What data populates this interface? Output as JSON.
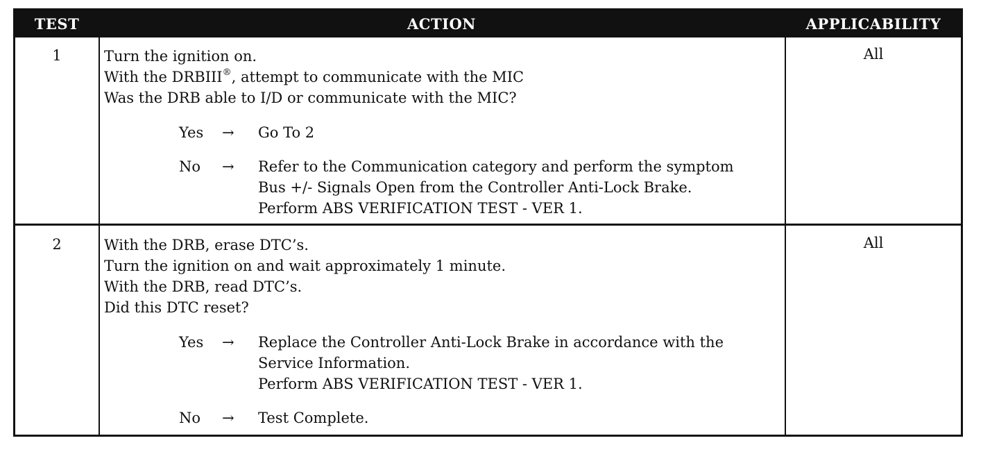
{
  "header": {
    "test": "TEST",
    "action": "ACTION",
    "applicability": "APPLICABILITY"
  },
  "rows": [
    {
      "test": "1",
      "applicability": "All",
      "lines": [
        "Turn the ignition on.",
        "With the DRBIII",
        "Was the DRB able to I/D or communicate with the MIC?"
      ],
      "reg_mark": "®",
      "line2_suffix": ", attempt to communicate with the MIC",
      "responses": [
        {
          "answer": "Yes",
          "arrow": "→",
          "lines": [
            "Go To   2"
          ]
        },
        {
          "answer": "No",
          "arrow": "→",
          "lines": [
            "Refer to the Communication category and perform the symptom",
            "Bus +/- Signals Open from the Controller Anti-Lock Brake.",
            "Perform ABS VERIFICATION TEST - VER 1."
          ]
        }
      ]
    },
    {
      "test": "2",
      "applicability": "All",
      "lines": [
        "With the DRB, erase DTC’s.",
        "Turn the ignition on and wait approximately 1 minute.",
        "With the DRB, read DTC’s.",
        "Did this DTC reset?"
      ],
      "responses": [
        {
          "answer": "Yes",
          "arrow": "→",
          "lines": [
            "Replace the Controller Anti-Lock Brake in accordance with the",
            "Service Information.",
            "Perform ABS VERIFICATION TEST - VER 1."
          ]
        },
        {
          "answer": "No",
          "arrow": "→",
          "lines": [
            "Test Complete."
          ]
        }
      ]
    }
  ]
}
